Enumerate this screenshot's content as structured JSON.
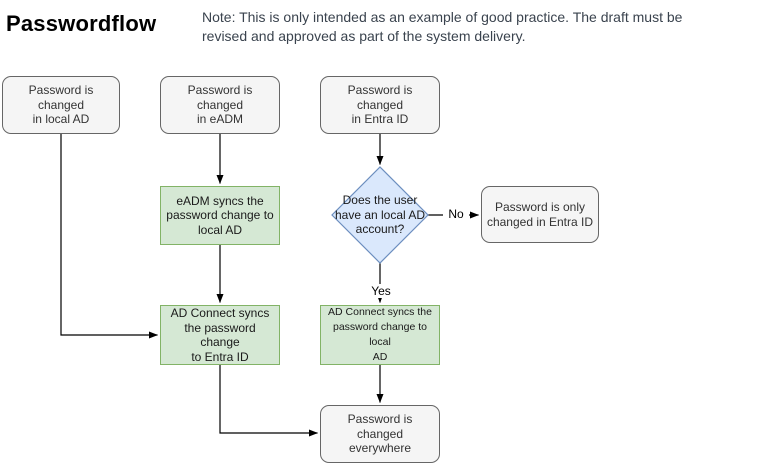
{
  "header": {
    "title": "Passwordflow",
    "note": "Note: This is only intended as an example of good practice. The draft must be\nrevised and approved as part of the system delivery."
  },
  "flowchart": {
    "nodes": {
      "local_ad_change": {
        "label": "Password is changed\nin local AD",
        "shape": "rounded-terminal"
      },
      "eadm_change": {
        "label": "Password is changed\nin eADM",
        "shape": "rounded-terminal"
      },
      "entra_change": {
        "label": "Password is changed\nin Entra ID",
        "shape": "rounded-terminal"
      },
      "eadm_sync": {
        "label": "eADM syncs the\npassword change to\nlocal AD",
        "shape": "process"
      },
      "has_local_ad": {
        "label": "Does the user\nhave an local AD\naccount?",
        "shape": "decision"
      },
      "only_entra": {
        "label": "Password is only\nchanged in Entra ID",
        "shape": "rounded-terminal"
      },
      "adc_to_entra": {
        "label": "AD Connect syncs\nthe password change\nto Entra ID",
        "shape": "process"
      },
      "adc_to_local": {
        "label": "AD Connect syncs the\npassword change to local\nAD",
        "shape": "process"
      },
      "everywhere": {
        "label": "Password is changed\neverywhere",
        "shape": "rounded-terminal"
      }
    },
    "edge_labels": {
      "no": "No",
      "yes": "Yes"
    },
    "edges": [
      {
        "from": "local_ad_change",
        "to": "adc_to_entra",
        "label": ""
      },
      {
        "from": "eadm_change",
        "to": "eadm_sync",
        "label": ""
      },
      {
        "from": "entra_change",
        "to": "has_local_ad",
        "label": ""
      },
      {
        "from": "eadm_sync",
        "to": "adc_to_entra",
        "label": ""
      },
      {
        "from": "has_local_ad",
        "to": "only_entra",
        "label": "No"
      },
      {
        "from": "has_local_ad",
        "to": "adc_to_local",
        "label": "Yes"
      },
      {
        "from": "adc_to_entra",
        "to": "everywhere",
        "label": ""
      },
      {
        "from": "adc_to_local",
        "to": "everywhere",
        "label": ""
      }
    ],
    "colors": {
      "terminal_fill": "#f5f5f5",
      "terminal_border": "#666666",
      "terminal_text": "#333333",
      "process_fill": "#d5e8d4",
      "process_border": "#82b366",
      "decision_fill": "#dae8fc",
      "decision_border": "#6c8ebf",
      "arrow": "#000000",
      "note_text": "#3a434e"
    }
  }
}
